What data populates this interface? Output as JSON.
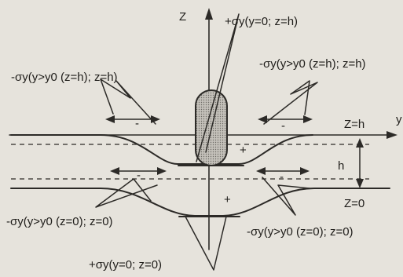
{
  "axes": {
    "y_label": "y",
    "z_label": "Z"
  },
  "levels": {
    "top": "Z=h",
    "bottom": "Z=0",
    "gap": "h"
  },
  "labels": {
    "top_center": "+σy(y=0; z=h)",
    "top_right": "-σy(y>y0 (z=h); z=h)",
    "top_left": "-σy(y>y0 (z=h); z=h)",
    "bottom_left": "-σy(y>y0 (z=0); z=0)",
    "bottom_right": "-σy(y>y0 (z=0); z=0)",
    "bottom_center": "+σy(y=0; z=0)"
  },
  "signs": {
    "top_left": "-",
    "top_right": "-",
    "top_center": "+",
    "bottom_left": "-",
    "bottom_right": "-",
    "bottom_center": "+"
  },
  "colors": {
    "ink": "#2c2a27",
    "paper": "#e6e3dc",
    "weld_fill": "#b4b1ab"
  }
}
